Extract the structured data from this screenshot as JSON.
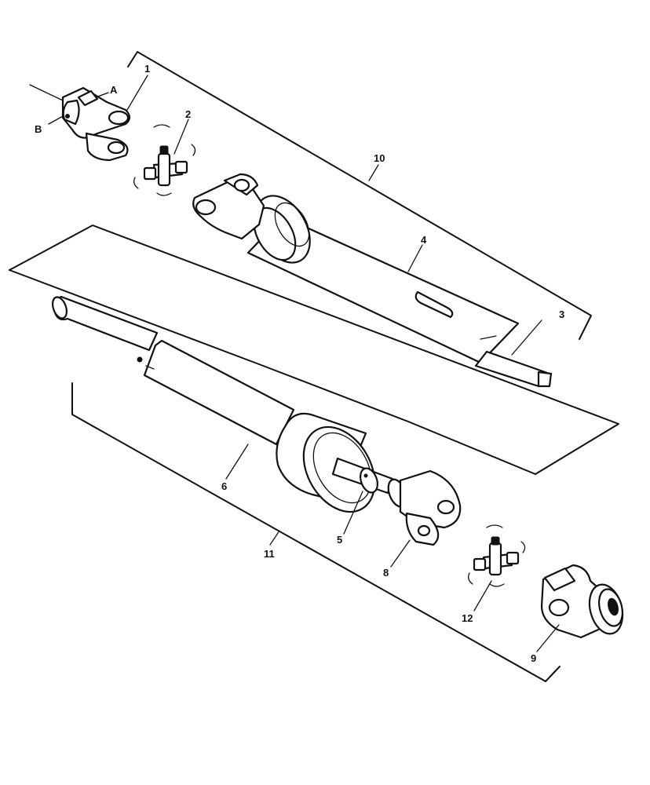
{
  "callouts": {
    "1": "1",
    "2": "2",
    "3": "3",
    "4": "4",
    "5": "5",
    "6": "6",
    "8": "8",
    "9": "9",
    "10": "10",
    "11": "11",
    "12": "12",
    "A": "A",
    "B": "B"
  }
}
